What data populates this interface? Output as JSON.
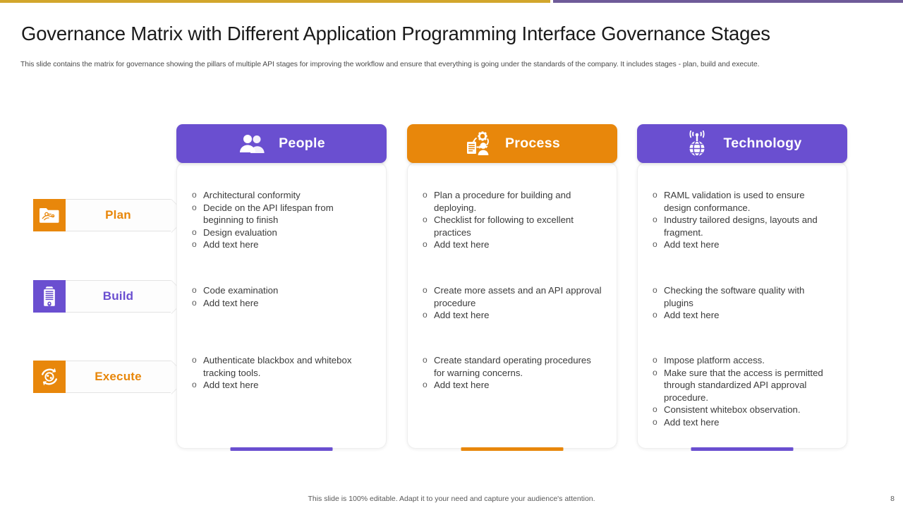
{
  "theme": {
    "gold": "#D2A62C",
    "purple": "#6F5B99",
    "accent_purple": "#6A4FD0",
    "accent_orange": "#E8870B"
  },
  "header": {
    "title": "Governance Matrix with Different Application Programming Interface Governance Stages",
    "subtitle": "This slide contains the matrix for governance showing the pillars of multiple   API stages for improving the workflow and ensure that everything is going under the standards of the company. It includes stages - plan, build and execute."
  },
  "stages": [
    {
      "label": "Plan",
      "icon": "folder-map-icon",
      "color": "#E8870B",
      "text_color": "#E8870B"
    },
    {
      "label": "Build",
      "icon": "building-icon",
      "color": "#6A4FD0",
      "text_color": "#6A4FD0"
    },
    {
      "label": "Execute",
      "icon": "refresh-cycle-icon",
      "color": "#E8870B",
      "text_color": "#E8870B"
    }
  ],
  "columns": [
    {
      "label": "People",
      "icon": "people-icon",
      "color": "#6A4FD0",
      "accent": "#6A4FD0",
      "blocks": [
        {
          "stage": "Plan",
          "items": [
            "Architectural conformity",
            "Decide on the API lifespan from beginning to finish",
            "Design evaluation",
            "Add text here"
          ]
        },
        {
          "stage": "Build",
          "items": [
            "Code examination",
            "Add text here"
          ]
        },
        {
          "stage": "Execute",
          "items": [
            "Authenticate blackbox and whitebox tracking tools.",
            "Add text here"
          ]
        }
      ]
    },
    {
      "label": "Process",
      "icon": "process-gear-icon",
      "color": "#E8870B",
      "accent": "#E8870B",
      "blocks": [
        {
          "stage": "Plan",
          "items": [
            "Plan a procedure for building and deploying.",
            "Checklist for following to excellent practices",
            "Add text here"
          ]
        },
        {
          "stage": "Build",
          "items": [
            "Create more assets and an API approval procedure",
            "Add text here"
          ]
        },
        {
          "stage": "Execute",
          "items": [
            "Create standard operating procedures for warning concerns.",
            "Add text here"
          ]
        }
      ]
    },
    {
      "label": "Technology",
      "icon": "globe-signal-icon",
      "color": "#6A4FD0",
      "accent": "#6A4FD0",
      "blocks": [
        {
          "stage": "Plan",
          "items": [
            "RAML validation is used to ensure design conformance.",
            "Industry tailored designs, layouts and fragment.",
            "Add text here"
          ]
        },
        {
          "stage": "Build",
          "items": [
            "Checking the software quality with plugins",
            "Add text here"
          ]
        },
        {
          "stage": "Execute",
          "items": [
            "Impose platform access.",
            "Make sure that the access is permitted through standardized API approval procedure.",
            "Consistent whitebox observation.",
            "Add text here"
          ]
        }
      ]
    }
  ],
  "bullet_mark": "o",
  "footer": {
    "note": "This slide is 100% editable. Adapt it to your need and capture your audience's attention.",
    "page_number": "8"
  }
}
